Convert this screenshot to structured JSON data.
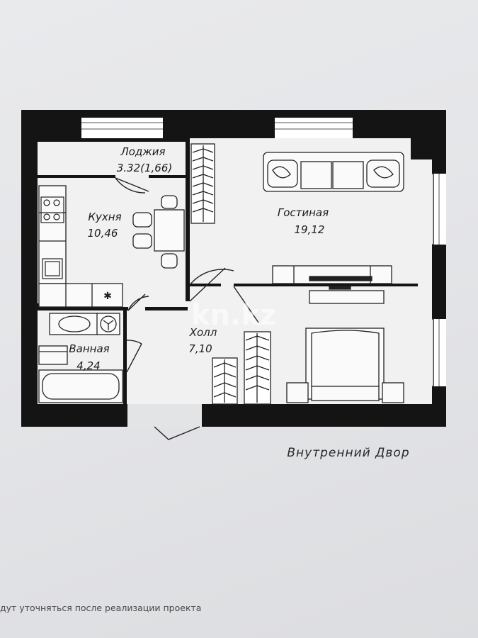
{
  "rooms": {
    "loggia": {
      "name": "Лоджия",
      "area": "3.32(1,66)"
    },
    "kitchen": {
      "name": "Кухня",
      "area": "10,46"
    },
    "living": {
      "name": "Гостиная",
      "area": "19,12"
    },
    "hall": {
      "name": "Холл",
      "area": "7,10"
    },
    "bathroom": {
      "name": "Ванная",
      "area": "4,24"
    }
  },
  "watermark": "kn.kz",
  "courtyard_label": "Внутренний Двор",
  "footer_note": "дут уточняться после реализации проекта",
  "colors": {
    "wall": "#141414",
    "paper": "#e7e8ea",
    "window": "#ffffff"
  }
}
